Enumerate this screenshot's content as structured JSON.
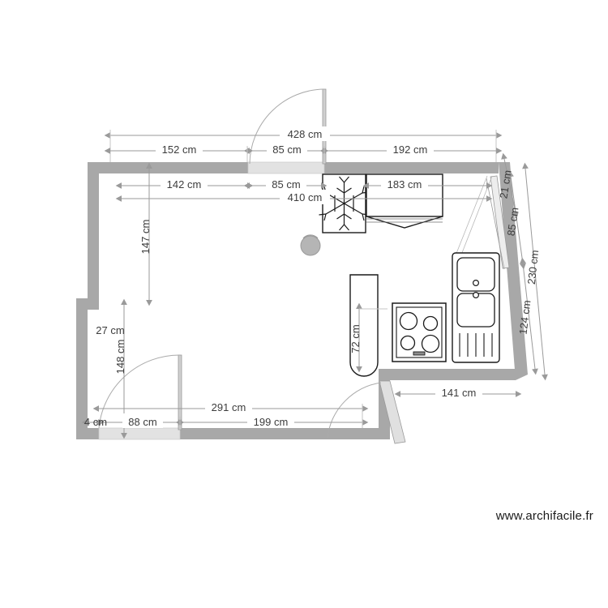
{
  "app": {
    "watermark": "www.archifacile.fr",
    "unit": "cm",
    "colors": {
      "wall_fill": "#a8a8a8",
      "dimension_line": "#9a9a9a",
      "dimension_text": "#3c3c3c",
      "furniture_stroke": "#1a1a1a",
      "door_leaf": "#d9d9d9",
      "stool_fill": "#b5b5b5",
      "background": "#ffffff"
    }
  },
  "plan": {
    "title": "Kitchen floor plan",
    "dimensions": {
      "top_outer": [
        {
          "id": "top-428",
          "label": "428 cm",
          "value": 428
        }
      ],
      "top_second_row": [
        {
          "id": "top-152",
          "label": "152 cm",
          "value": 152
        },
        {
          "id": "top-85",
          "label": "85 cm",
          "value": 85
        },
        {
          "id": "top-192",
          "label": "192 cm",
          "value": 192
        }
      ],
      "top_inner_row": [
        {
          "id": "inner-142",
          "label": "142 cm",
          "value": 142
        },
        {
          "id": "inner-85",
          "label": "85 cm",
          "value": 85
        },
        {
          "id": "inner-183",
          "label": "183 cm",
          "value": 183
        }
      ],
      "top_inner_total": [
        {
          "id": "inner-410",
          "label": "410 cm",
          "value": 410
        }
      ],
      "left_vertical": [
        {
          "id": "left-147",
          "label": "147 cm",
          "value": 147
        },
        {
          "id": "left-27",
          "label": "27 cm",
          "value": 27
        },
        {
          "id": "left-148",
          "label": "148 cm",
          "value": 148
        }
      ],
      "right_slanted": [
        {
          "id": "right-21",
          "label": "21 cm",
          "value": 21
        },
        {
          "id": "right-85",
          "label": "85 cm",
          "value": 85
        },
        {
          "id": "right-124",
          "label": "124 cm",
          "value": 124
        },
        {
          "id": "right-230",
          "label": "230 cm",
          "value": 230
        }
      ],
      "bottom_row": [
        {
          "id": "bottom-4",
          "label": "4 cm",
          "value": 4
        },
        {
          "id": "bottom-88",
          "label": "88 cm",
          "value": 88
        },
        {
          "id": "bottom-199",
          "label": "199 cm",
          "value": 199
        },
        {
          "id": "bottom-141",
          "label": "141 cm",
          "value": 141
        }
      ],
      "bottom_total": [
        {
          "id": "bottom-291",
          "label": "291 cm",
          "value": 291
        }
      ],
      "appliance": [
        {
          "id": "appliance-72",
          "label": "72 cm",
          "value": 72
        }
      ]
    },
    "furniture": [
      {
        "id": "refrigerator",
        "name": "refrigerator",
        "icon": "snowflake-icon"
      },
      {
        "id": "wall-cabinet",
        "name": "wall-cabinet",
        "width_label": "183 cm"
      },
      {
        "id": "cooktop",
        "name": "cooktop",
        "burners": 4
      },
      {
        "id": "sink",
        "name": "sink",
        "basins": 2,
        "drainer": true
      },
      {
        "id": "dishwasher-door",
        "name": "open-appliance-door",
        "depth_label": "72 cm"
      },
      {
        "id": "round-stool",
        "name": "round-stool"
      }
    ],
    "doors": [
      {
        "id": "door-top",
        "name": "door-top",
        "width_label": "85 cm",
        "swing": "inward-left-hinge"
      },
      {
        "id": "door-bottom-left",
        "name": "door-bottom-left",
        "width_label": "88 cm",
        "swing": "inward-right-hinge"
      },
      {
        "id": "door-bottom-right",
        "name": "door-bottom-right",
        "swing": "inward-angled"
      },
      {
        "id": "door-right",
        "name": "door-right",
        "width_label": "85 cm",
        "swing": "inward-angled"
      }
    ]
  }
}
